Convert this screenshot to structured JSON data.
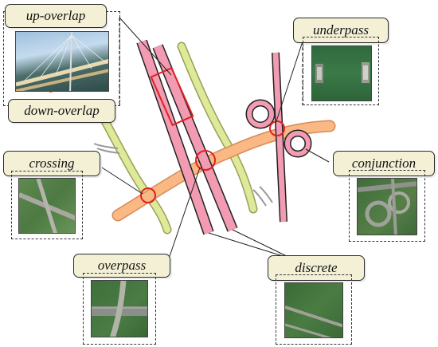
{
  "labels": {
    "up_overlap": "up-overlap",
    "down_overlap": "down-overlap",
    "crossing": "crossing",
    "overpass": "overpass",
    "underpass": "underpass",
    "conjunction": "conjunction",
    "discrete": "discrete"
  },
  "colors": {
    "pink_road": "#f29bb3",
    "green_road": "#dfe99a",
    "orange_road": "#f9b884",
    "highlight": "#e02020",
    "label_fill": "#f3f0d6",
    "satellite_green": "#3f7a3b"
  }
}
